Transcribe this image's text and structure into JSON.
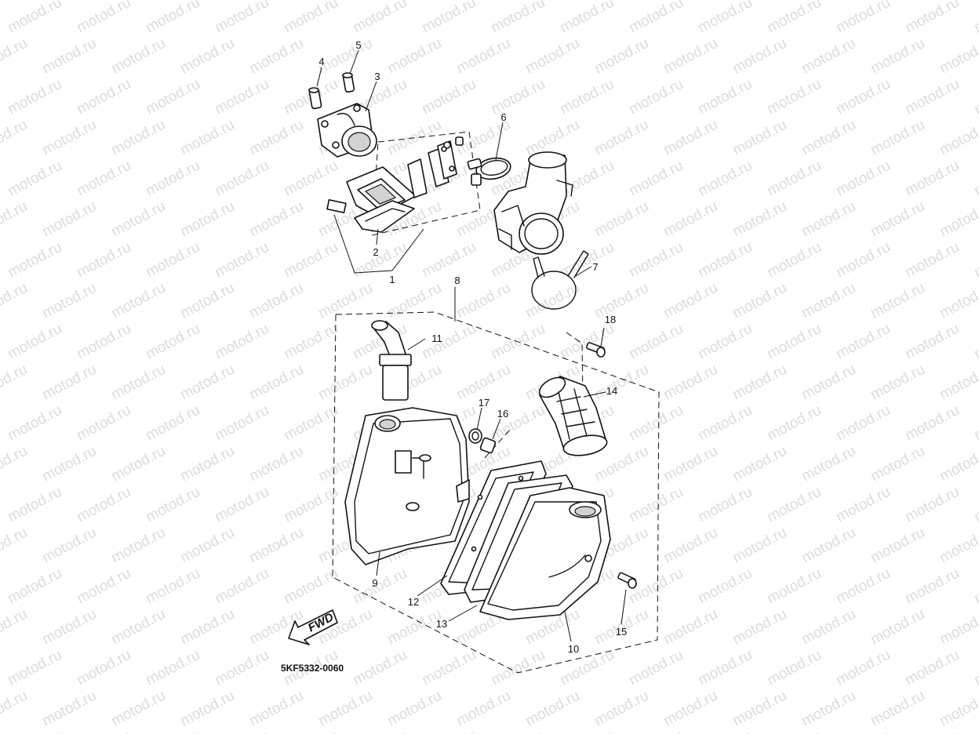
{
  "watermark": {
    "text": "motod.ru"
  },
  "diagram": {
    "code": "5KF5332-0060",
    "direction_label": "FWD",
    "callouts": [
      {
        "id": "c1",
        "label": "1"
      },
      {
        "id": "c2",
        "label": "2"
      },
      {
        "id": "c3",
        "label": "3"
      },
      {
        "id": "c4",
        "label": "4"
      },
      {
        "id": "c5",
        "label": "5"
      },
      {
        "id": "c6",
        "label": "6"
      },
      {
        "id": "c7",
        "label": "7"
      },
      {
        "id": "c8",
        "label": "8"
      },
      {
        "id": "c9",
        "label": "9"
      },
      {
        "id": "c10",
        "label": "10"
      },
      {
        "id": "c11",
        "label": "11"
      },
      {
        "id": "c12",
        "label": "12"
      },
      {
        "id": "c13",
        "label": "13"
      },
      {
        "id": "c14",
        "label": "14"
      },
      {
        "id": "c15",
        "label": "15"
      },
      {
        "id": "c16",
        "label": "16"
      },
      {
        "id": "c17",
        "label": "17"
      },
      {
        "id": "c18",
        "label": "18"
      }
    ]
  }
}
